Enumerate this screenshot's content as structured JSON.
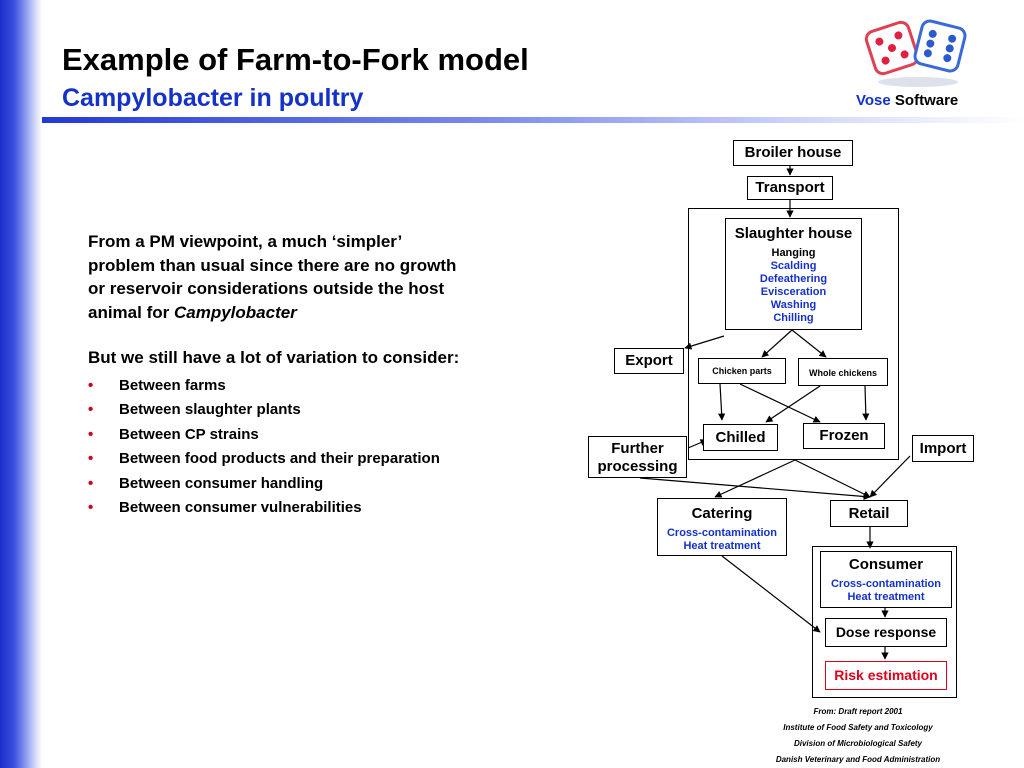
{
  "slide": {
    "title": "Example of Farm-to-Fork model",
    "subtitle": "Campylobacter in poultry"
  },
  "brand": {
    "name_part1": "Vose",
    "name_part2": "Software"
  },
  "text": {
    "p1": "From a PM viewpoint, a much ‘simpler’ problem than usual since there are no growth or reservoir considerations outside the host animal for",
    "p1_italic": "Campylobacter",
    "p2": "But we still have a lot of variation to consider:",
    "bullets": [
      "Between farms",
      "Between slaughter plants",
      "Between CP strains",
      "Between food products and their preparation",
      "Between consumer handling",
      "Between consumer vulnerabilities"
    ]
  },
  "diagram": {
    "broiler_house": "Broiler house",
    "transport": "Transport",
    "slaughter_house": "Slaughter house",
    "slaughter_steps": {
      "hanging": "Hanging",
      "scalding": "Scalding",
      "defeathering": "Defeathering",
      "evisceration": "Evisceration",
      "washing": "Washing",
      "chilling": "Chilling"
    },
    "export": "Export",
    "chicken_parts": "Chicken parts",
    "whole_chickens": "Whole chickens",
    "chilled": "Chilled",
    "frozen": "Frozen",
    "further_processing_1": "Further",
    "further_processing_2": "processing",
    "import": "Import",
    "catering": "Catering",
    "catering_sub1": "Cross-contamination",
    "catering_sub2": "Heat treatment",
    "retail": "Retail",
    "consumer": "Consumer",
    "consumer_sub1": "Cross-contamination",
    "consumer_sub2": "Heat treatment",
    "dose_response": "Dose response",
    "risk_estimation": "Risk estimation"
  },
  "credits": [
    "From: Draft report 2001",
    "Institute of Food Safety and Toxicology",
    "Division of Microbiological Safety",
    "Danish Veterinary and Food Administration"
  ],
  "colors": {
    "blue_accent": "#1432c8",
    "risk_red": "#e0001c",
    "bullet_red": "#d0001a"
  }
}
